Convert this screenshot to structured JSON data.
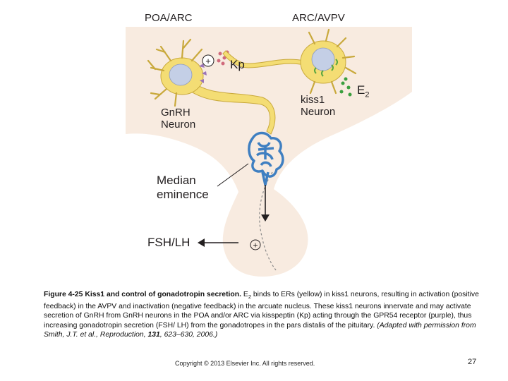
{
  "diagram": {
    "labels": {
      "poa_arc": "POA/ARC",
      "arc_avpv": "ARC/AVPV",
      "kp": "Kp",
      "e2": "E",
      "e2_sub": "2",
      "kiss1_neuron_line1": "kiss1",
      "kiss1_neuron_line2": "Neuron",
      "gnrh_neuron_line1": "GnRH",
      "gnrh_neuron_line2": "Neuron",
      "median_eminence_line1": "Median",
      "median_eminence_line2": "eminence",
      "fsh_lh": "FSH/LH",
      "plus_sign": "+"
    },
    "colors": {
      "hypothalamus_fill": "#f8ebe0",
      "neuron_fill": "#f4dd74",
      "neuron_stroke": "#c9a93c",
      "nucleus_fill": "#c4cfe6",
      "capillary": "#3f7fc1",
      "kp_receptor": "#9b74b8",
      "kp_dots": "#d06a7c",
      "estradiol_dots": "#3a9f3e",
      "er_marks": "#5aa640"
    }
  },
  "caption": {
    "figure_number": "Figure 4-25",
    "title": "Kiss1 and control of gonadotropin secretion.",
    "body_pre_sub": " E",
    "body_sub": "2",
    "body_main": " binds to ERs (yellow) in kiss1 neurons, resulting in activation (positive feedback) in the AVPV and inactivation (negative feedback) in the arcuate nucleus. These kiss1 neurons innervate and may activate secretion of GnRH from GnRH neurons in the POA and/or ARC via kisspeptin (Kp) acting through the GPR54 receptor (purple), thus increasing gonadotropin secretion (FSH/ LH) from the gonadotropes in the pars distalis of the pituitary. ",
    "citation_pre": "(Adapted with permission from Smith, J.T. et al., Reproduction, ",
    "citation_volume": "131",
    "citation_post": ", 623–630, 2006.)"
  },
  "footer": {
    "copyright": "Copyright © 2013 Elsevier Inc. All rights reserved.",
    "page_number": "27"
  }
}
